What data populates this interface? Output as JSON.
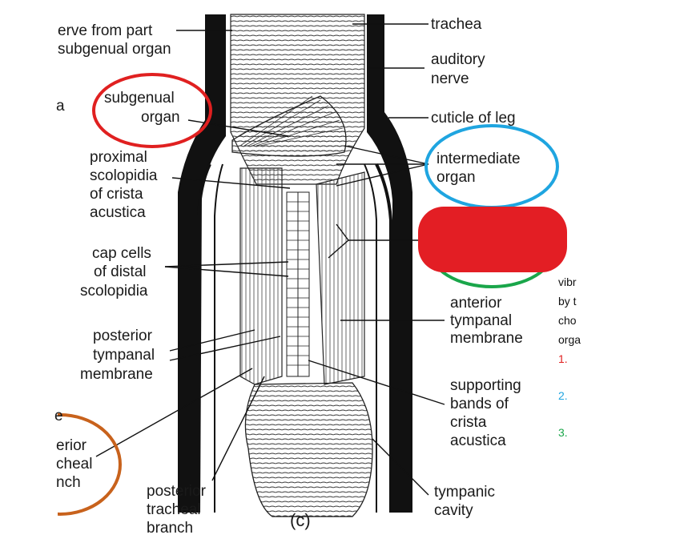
{
  "labels": {
    "nerve_from_part_1": "erve from part",
    "nerve_from_part_2": "subgenual organ",
    "fragment_a": "a",
    "subgenual_1": "subgenual",
    "subgenual_2": "organ",
    "proximal_1": "proximal",
    "proximal_2": "scolopidia",
    "proximal_3": "of crista",
    "proximal_4": "acustica",
    "cap_1": "cap cells",
    "cap_2": "of distal",
    "cap_3": "scolopidia",
    "post_tymp_1": "posterior",
    "post_tymp_2": "tympanal",
    "post_tymp_3": "membrane",
    "frag_e": "e",
    "ant_trach_1": "erior",
    "ant_trach_2": "cheal",
    "ant_trach_3": "nch",
    "post_trach_1": "posterior",
    "post_trach_2": "tracheal",
    "post_trach_3": "branch",
    "figure_c": "(c)",
    "trachea": "trachea",
    "auditory_1": "auditory",
    "auditory_2": "nerve",
    "cuticle": "cuticle of leg",
    "intermediate_1": "intermediate",
    "intermediate_2": "organ",
    "ant_tymp_1": "anterior",
    "ant_tymp_2": "tympanal",
    "ant_tymp_3": "membrane",
    "supporting_1": "supporting",
    "supporting_2": "bands of",
    "supporting_3": "crista",
    "supporting_4": "acustica",
    "tympanic_1": "tympanic",
    "tympanic_2": "cavity"
  },
  "side_text": {
    "line1": "vibr",
    "line2": "by t",
    "line3": "cho",
    "line4": "orga",
    "item1": "1.",
    "item2": "2.",
    "item3": "3."
  },
  "colors": {
    "circle_red": "#e02020",
    "circle_blue": "#1fa5e0",
    "circle_green": "#1aa64a",
    "circle_orange": "#c8621c",
    "redaction_fill": "#e31e24",
    "item1": "#e02020",
    "item2": "#1fa5e0",
    "item3": "#1aa64a"
  }
}
